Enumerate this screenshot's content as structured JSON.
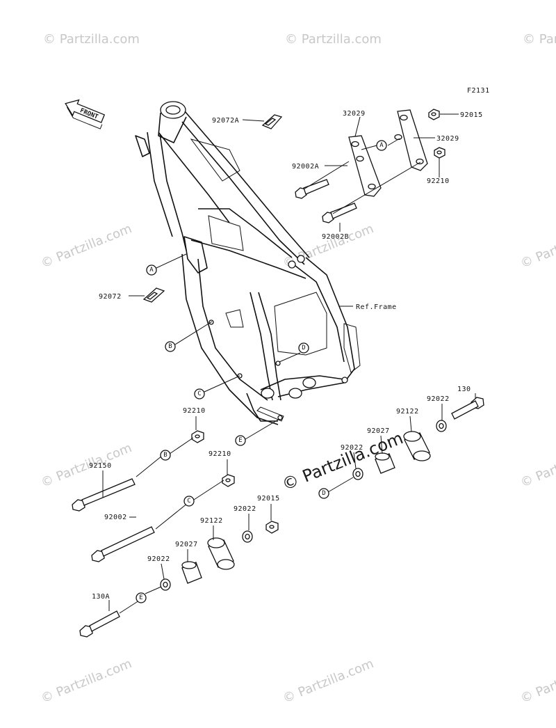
{
  "watermark": "© Partzilla.com",
  "figure_code": "F2131",
  "front_label": "FRONT",
  "ref_frame_label": "Ref.Frame",
  "callouts": [
    "A",
    "A",
    "B",
    "B",
    "C",
    "C",
    "D",
    "D",
    "E",
    "E"
  ],
  "part_labels": {
    "p92072A": "92072A",
    "p32029_top": "32029",
    "p32029_right": "32029",
    "p92015_top": "92015",
    "p92002A": "92002A",
    "p92210_top": "92210",
    "p92002B": "92002B",
    "p92072": "92072",
    "p92210_a": "92210",
    "p92150": "92150",
    "p92210_b": "92210",
    "p92002": "92002",
    "p92022_a": "92022",
    "p92015_b": "92015",
    "p92122_a": "92122",
    "p92027_a": "92027",
    "p92022_b": "92022",
    "p130A": "130A",
    "p130": "130",
    "p92022_c": "92022",
    "p92122_b": "92122",
    "p92027_b": "92027",
    "p92022_d": "92022"
  }
}
